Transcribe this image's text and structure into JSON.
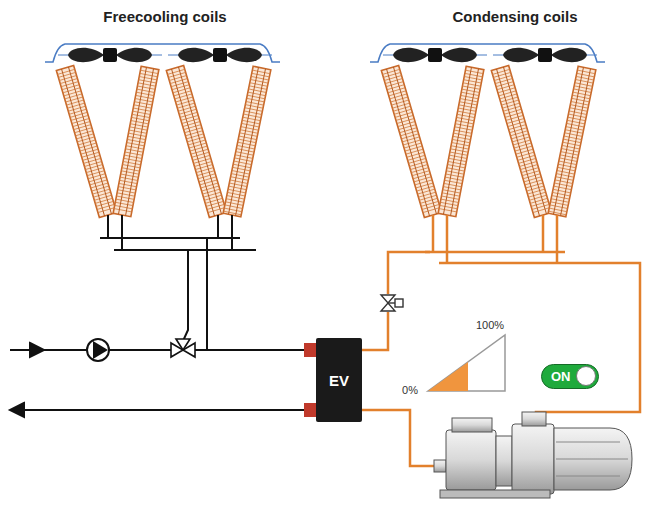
{
  "diagram": {
    "nodes": [
      {
        "text": [
          "EV"
        ]
      },
      {
        "text": [
          "ON"
        ]
      }
    ],
    "labels": [
      "Freecooling coils",
      "Condensing coils",
      "100%",
      "0%"
    ]
  }
}
